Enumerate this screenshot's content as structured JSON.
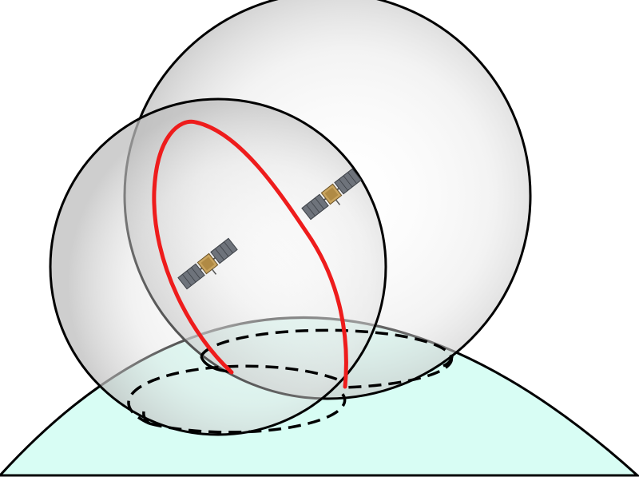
{
  "colors": {
    "background": "#ffffff",
    "earth_fill": "#d8fdf4",
    "outline": "#000000",
    "sphere_center": "#ffffff",
    "sphere_edge": "#c8c8c8",
    "intersection_curve": "#ee1c1c",
    "satellite_panel": "#6e737b",
    "satellite_body": "#c9a45e"
  },
  "elements": {
    "earth": "earth-surface",
    "spheres": [
      "left-visibility-sphere",
      "right-visibility-sphere"
    ],
    "footprints": [
      "left-footprint-dashed-ellipse",
      "right-footprint-dashed-ellipse"
    ],
    "curve": "intersection-curve",
    "satellites": [
      "satellite-icon",
      "satellite-icon"
    ]
  }
}
